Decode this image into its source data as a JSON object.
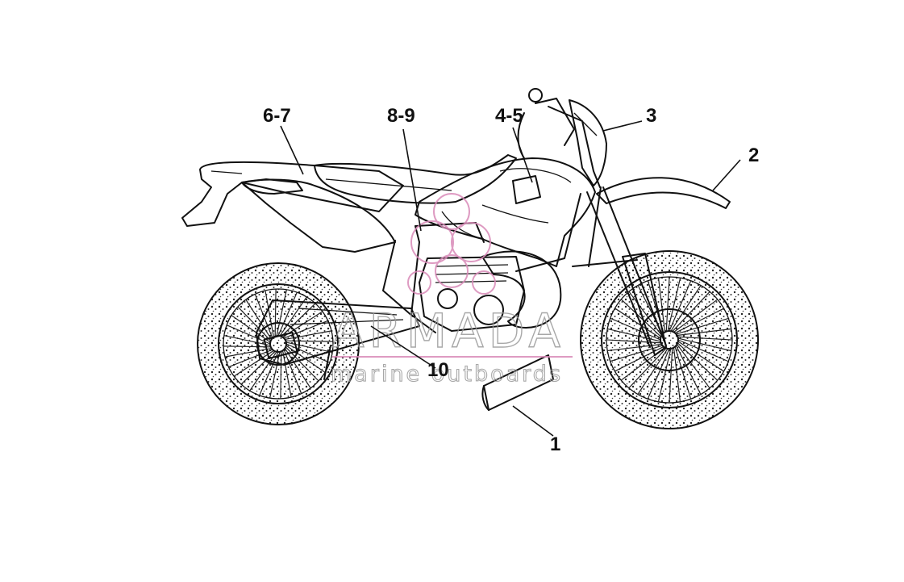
{
  "diagram": {
    "callouts": [
      {
        "id": "c1",
        "label": "1"
      },
      {
        "id": "c2",
        "label": "2"
      },
      {
        "id": "c3",
        "label": "3"
      },
      {
        "id": "c45",
        "label": "4-5"
      },
      {
        "id": "c67",
        "label": "6-7"
      },
      {
        "id": "c89",
        "label": "8-9"
      },
      {
        "id": "c10",
        "label": "10"
      }
    ]
  },
  "watermark": {
    "brand": "ARMADA",
    "tagline": "marine outboards",
    "color": "#d98ab8"
  }
}
